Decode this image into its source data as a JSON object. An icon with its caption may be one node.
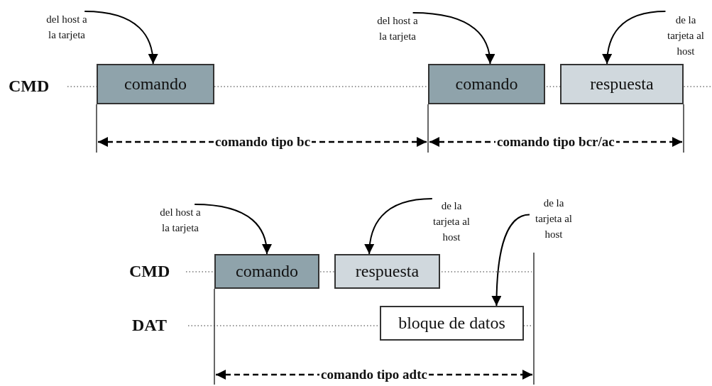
{
  "diagram": {
    "nodes": [
      {
        "text": [
          "del host a la tarjeta"
        ]
      },
      {
        "text": [
          "del host a la tarjeta"
        ]
      },
      {
        "text": [
          "de la tarjeta al host"
        ]
      },
      {
        "text": [
          "comando"
        ]
      },
      {
        "text": [
          "comando"
        ]
      },
      {
        "text": [
          "respuesta"
        ]
      },
      {
        "text": [
          "del host a la tarjeta"
        ]
      },
      {
        "text": [
          "de la tarjeta al host"
        ]
      },
      {
        "text": [
          "de la tarjeta al host"
        ]
      },
      {
        "text": [
          "comando"
        ]
      },
      {
        "text": [
          "respuesta"
        ]
      },
      {
        "text": [
          "bloque de datos"
        ]
      }
    ],
    "edges": [
      {
        "from": 0,
        "to": 3,
        "arrow": "to"
      },
      {
        "from": 1,
        "to": 4,
        "arrow": "to"
      },
      {
        "from": 2,
        "to": 5,
        "arrow": "to"
      },
      {
        "from": 6,
        "to": 9,
        "arrow": "to"
      },
      {
        "from": 7,
        "to": 10,
        "arrow": "to"
      },
      {
        "from": 8,
        "to": 11,
        "arrow": "to"
      }
    ],
    "labels": [
      "CMD",
      "comando tipo bc",
      "comando tipo bcr/ac",
      "CMD",
      "DAT",
      "comando tipo adtc"
    ]
  }
}
